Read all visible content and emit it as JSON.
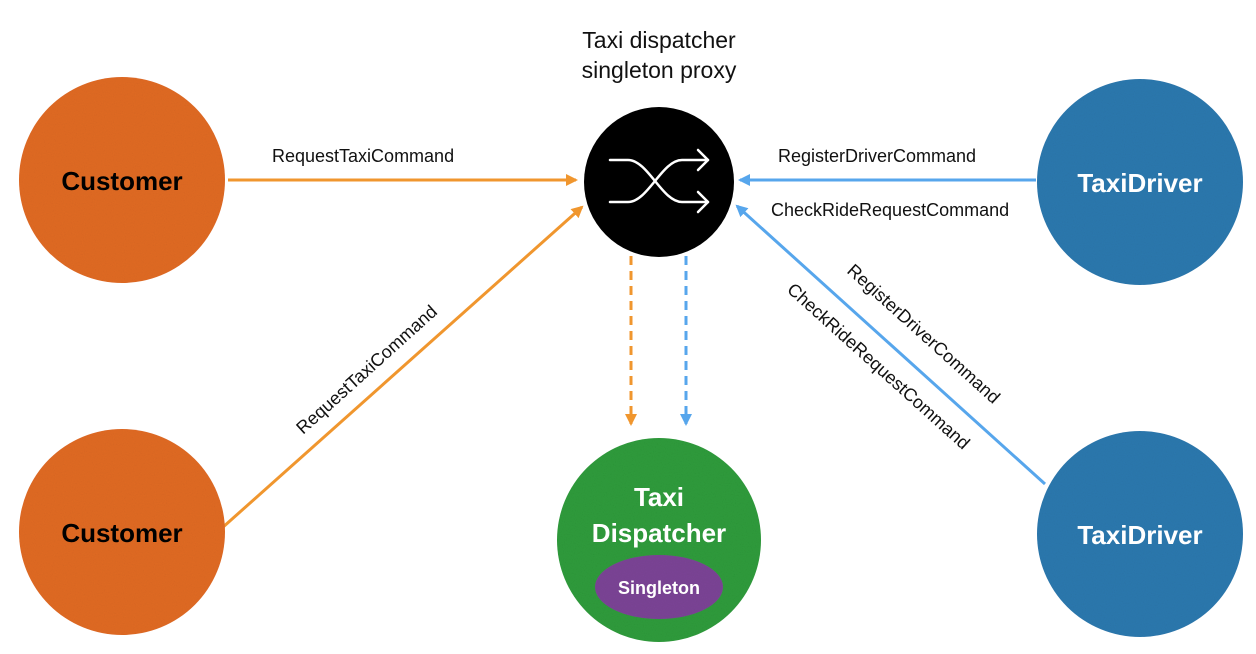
{
  "proxy": {
    "title_line1": "Taxi dispatcher",
    "title_line2": "singleton proxy",
    "icon": "shuffle-icon"
  },
  "nodes": {
    "customer_top": "Customer",
    "customer_bottom": "Customer",
    "driver_top": "TaxiDriver",
    "driver_bottom": "TaxiDriver",
    "dispatcher_line1": "Taxi",
    "dispatcher_line2": "Dispatcher",
    "singleton": "Singleton"
  },
  "edges": {
    "customer_top_to_proxy": "RequestTaxiCommand",
    "customer_bottom_to_proxy": "RequestTaxiCommand",
    "driver_top_register": "RegisterDriverCommand",
    "driver_top_check": "CheckRideRequestCommand",
    "driver_bottom_register": "RegisterDriverCommand",
    "driver_bottom_check": "CheckRideRequestCommand"
  },
  "colors": {
    "customer": "#E06A23",
    "driver": "#2C78AE",
    "dispatcher": "#2E9B3B",
    "singleton": "#7B4495",
    "proxy": "#000000",
    "orange_arrow": "#F0962E",
    "blue_arrow": "#57A6EC"
  }
}
